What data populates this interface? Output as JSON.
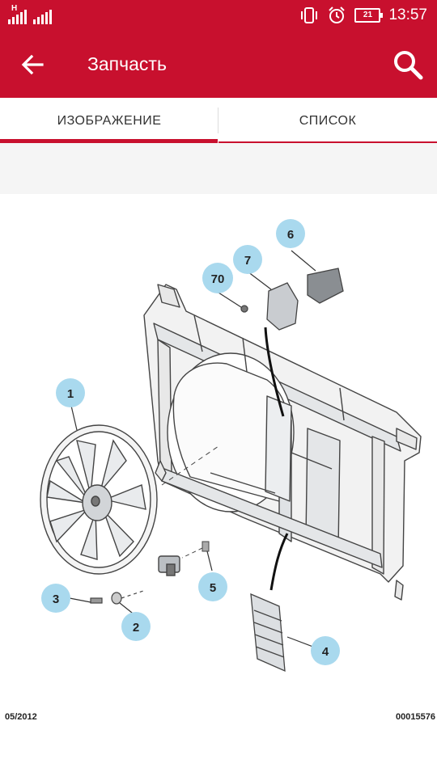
{
  "status_bar": {
    "network": "H",
    "time": "13:57",
    "battery": "21"
  },
  "app_bar": {
    "title": "Запчасть"
  },
  "tabs": [
    {
      "label": "ИЗОБРАЖЕНИЕ",
      "active": true
    },
    {
      "label": "СПИСОК",
      "active": false
    }
  ],
  "diagram": {
    "callouts": [
      "1",
      "2",
      "3",
      "4",
      "5",
      "6",
      "7",
      "70"
    ],
    "date_code": "05/2012",
    "ref_code": "00015576"
  },
  "colors": {
    "accent": "#c8102e",
    "callout_fill": "#a9d9ee"
  }
}
